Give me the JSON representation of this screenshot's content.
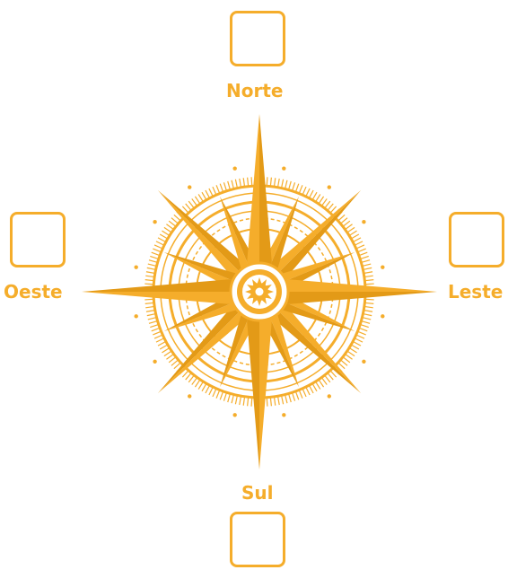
{
  "labels": {
    "north": "Norte",
    "west": "Oeste",
    "east": "Leste",
    "south": "Sul"
  },
  "colors": {
    "accent": "#f5ad2b",
    "accent_dark": "#e39a17",
    "background": "#ffffff"
  }
}
